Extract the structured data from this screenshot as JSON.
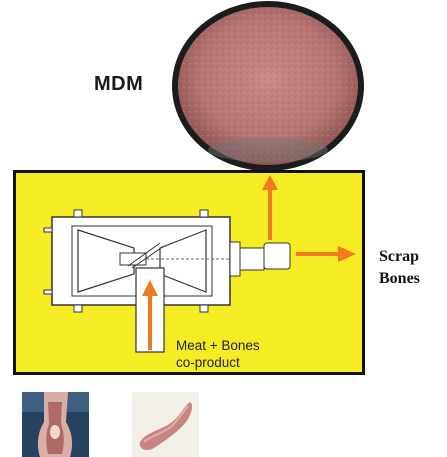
{
  "labels": {
    "product": "MDM",
    "feed_line1": "Meat + Bones",
    "feed_line2": "co-product",
    "output_line1": "Scrap",
    "output_line2": "Bones"
  },
  "colors": {
    "panel_fill": "#f6ec24",
    "arrow": "#f07a22",
    "meat_pink": "#c07e7e"
  },
  "icons": [
    "mdm-bowl-icon",
    "separator-machine-icon",
    "carcass-photo-icon",
    "meat-paste-photo-icon"
  ]
}
